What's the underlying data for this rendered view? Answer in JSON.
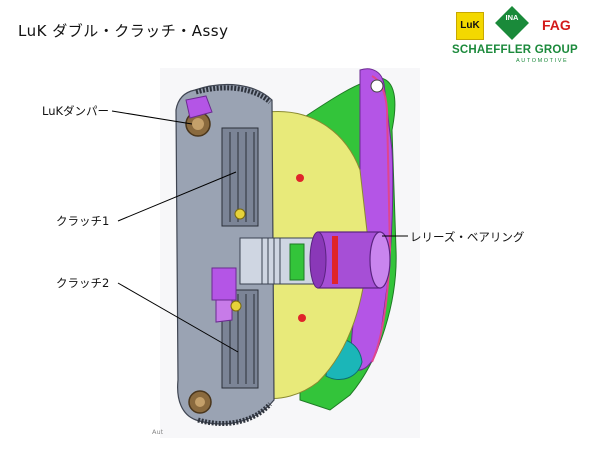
{
  "title": "LuK ダブル・クラッチ・Assy",
  "logos": {
    "luk": "LuK",
    "ina": "INA",
    "fag": "FAG",
    "group": "SCHAEFFLER GROUP",
    "division": "AUTOMOTIVE"
  },
  "labels": {
    "damper": "LuKダンパー",
    "clutch1": "クラッチ1",
    "clutch2": "クラッチ2",
    "bearing": "レリーズ・ベアリング"
  },
  "footer_mark": "Aut",
  "colors": {
    "fag_red": "#d31a1a",
    "schaeffler_green": "#1c8a3c",
    "luk_yellow": "#f3d800"
  }
}
